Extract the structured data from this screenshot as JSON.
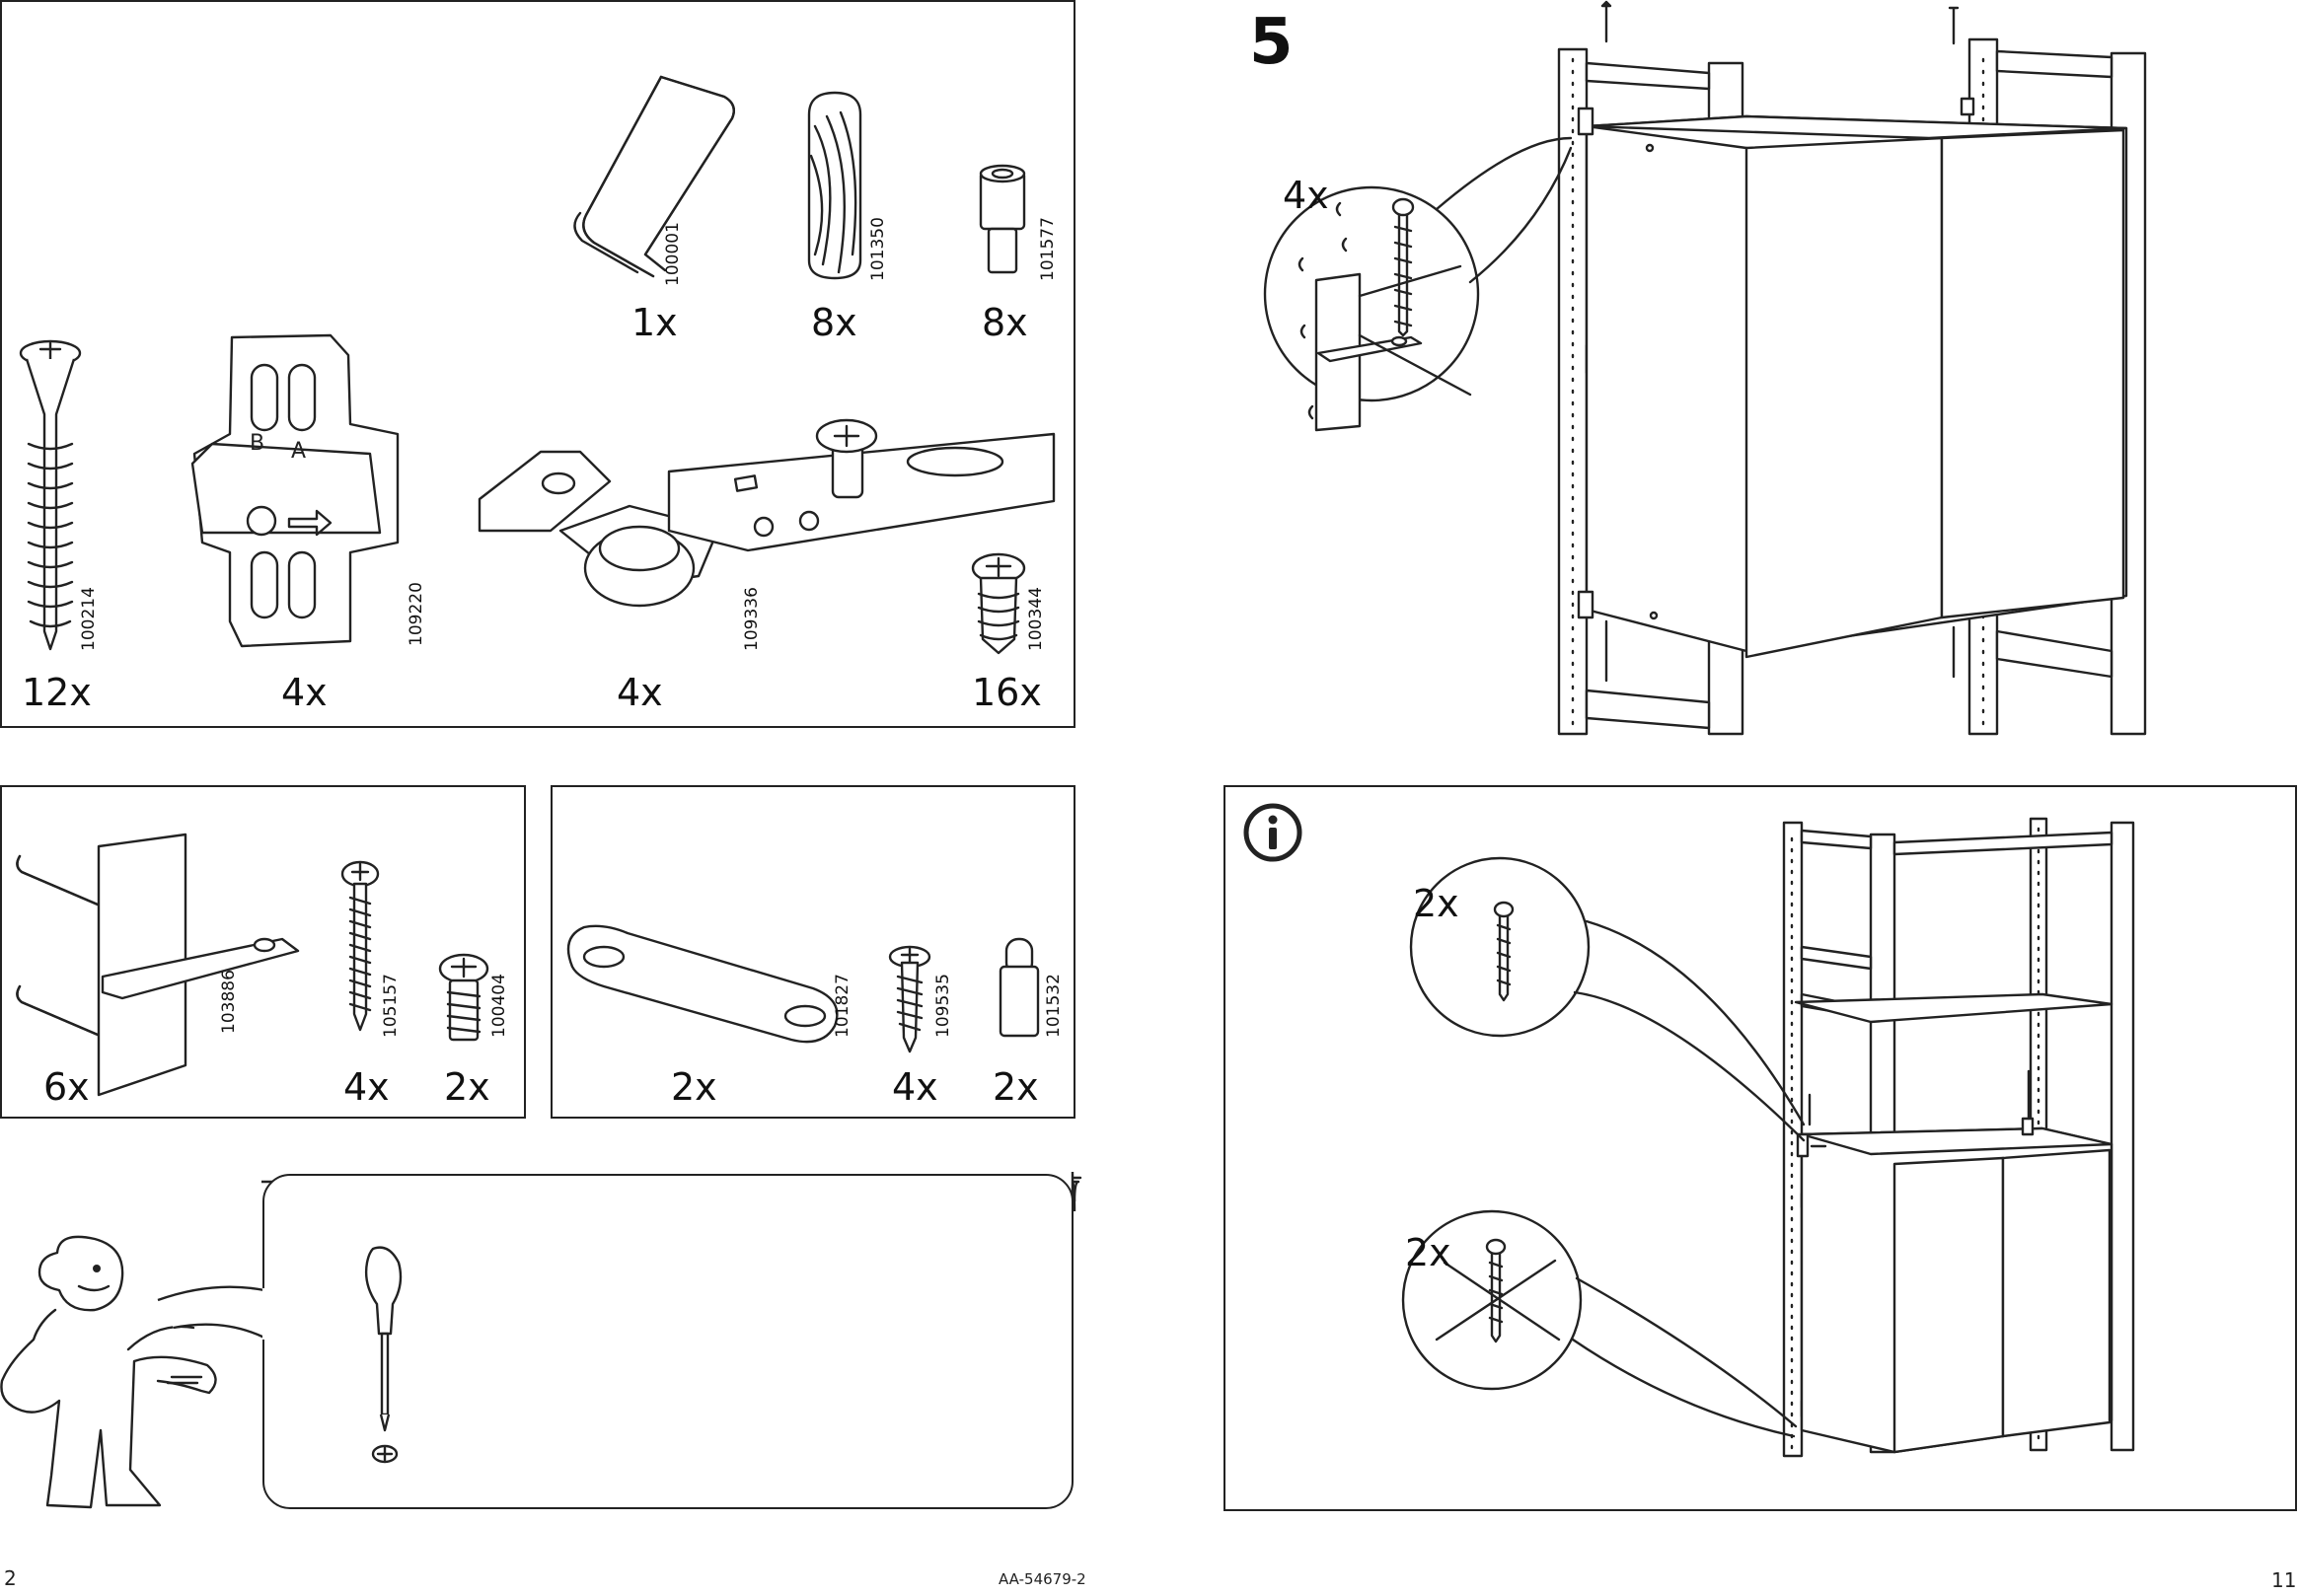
{
  "page_left": {
    "page_number": "2",
    "parts_box_main": {
      "items": [
        {
          "qty": "12x",
          "code": "100214",
          "icon": "wood-screw-icon"
        },
        {
          "qty": "4x",
          "code": "109220",
          "icon": "mounting-plate-icon"
        },
        {
          "qty": "4x",
          "code": "109336",
          "icon": "hinge-icon"
        },
        {
          "qty": "16x",
          "code": "100344",
          "icon": "short-screw-icon"
        },
        {
          "qty": "1x",
          "code": "100001",
          "icon": "allen-key-icon"
        },
        {
          "qty": "8x",
          "code": "101350",
          "icon": "dowel-icon"
        },
        {
          "qty": "8x",
          "code": "101577",
          "icon": "shelf-pin-icon"
        }
      ]
    },
    "parts_box_left": {
      "items": [
        {
          "qty": "6x",
          "code": "103886",
          "icon": "bracket-icon"
        },
        {
          "qty": "4x",
          "code": "105157",
          "icon": "long-screw-icon"
        },
        {
          "qty": "2x",
          "code": "100404",
          "icon": "machine-screw-icon"
        }
      ]
    },
    "parts_box_right": {
      "items": [
        {
          "qty": "2x",
          "code": "101827",
          "icon": "connector-plate-icon"
        },
        {
          "qty": "4x",
          "code": "109535",
          "icon": "small-screw-icon"
        },
        {
          "qty": "2x",
          "code": "101532",
          "icon": "shelf-pin-icon"
        }
      ]
    },
    "tools": {
      "icon": "screwdriver-icon"
    }
  },
  "doc_code": "AA-54679-2",
  "page_right": {
    "page_number": "11",
    "step": {
      "number": "5",
      "callout_qty": "4x"
    },
    "info": {
      "icon": "info-icon",
      "callout_qty_top": "2x",
      "callout_qty_bottom": "2x"
    }
  }
}
